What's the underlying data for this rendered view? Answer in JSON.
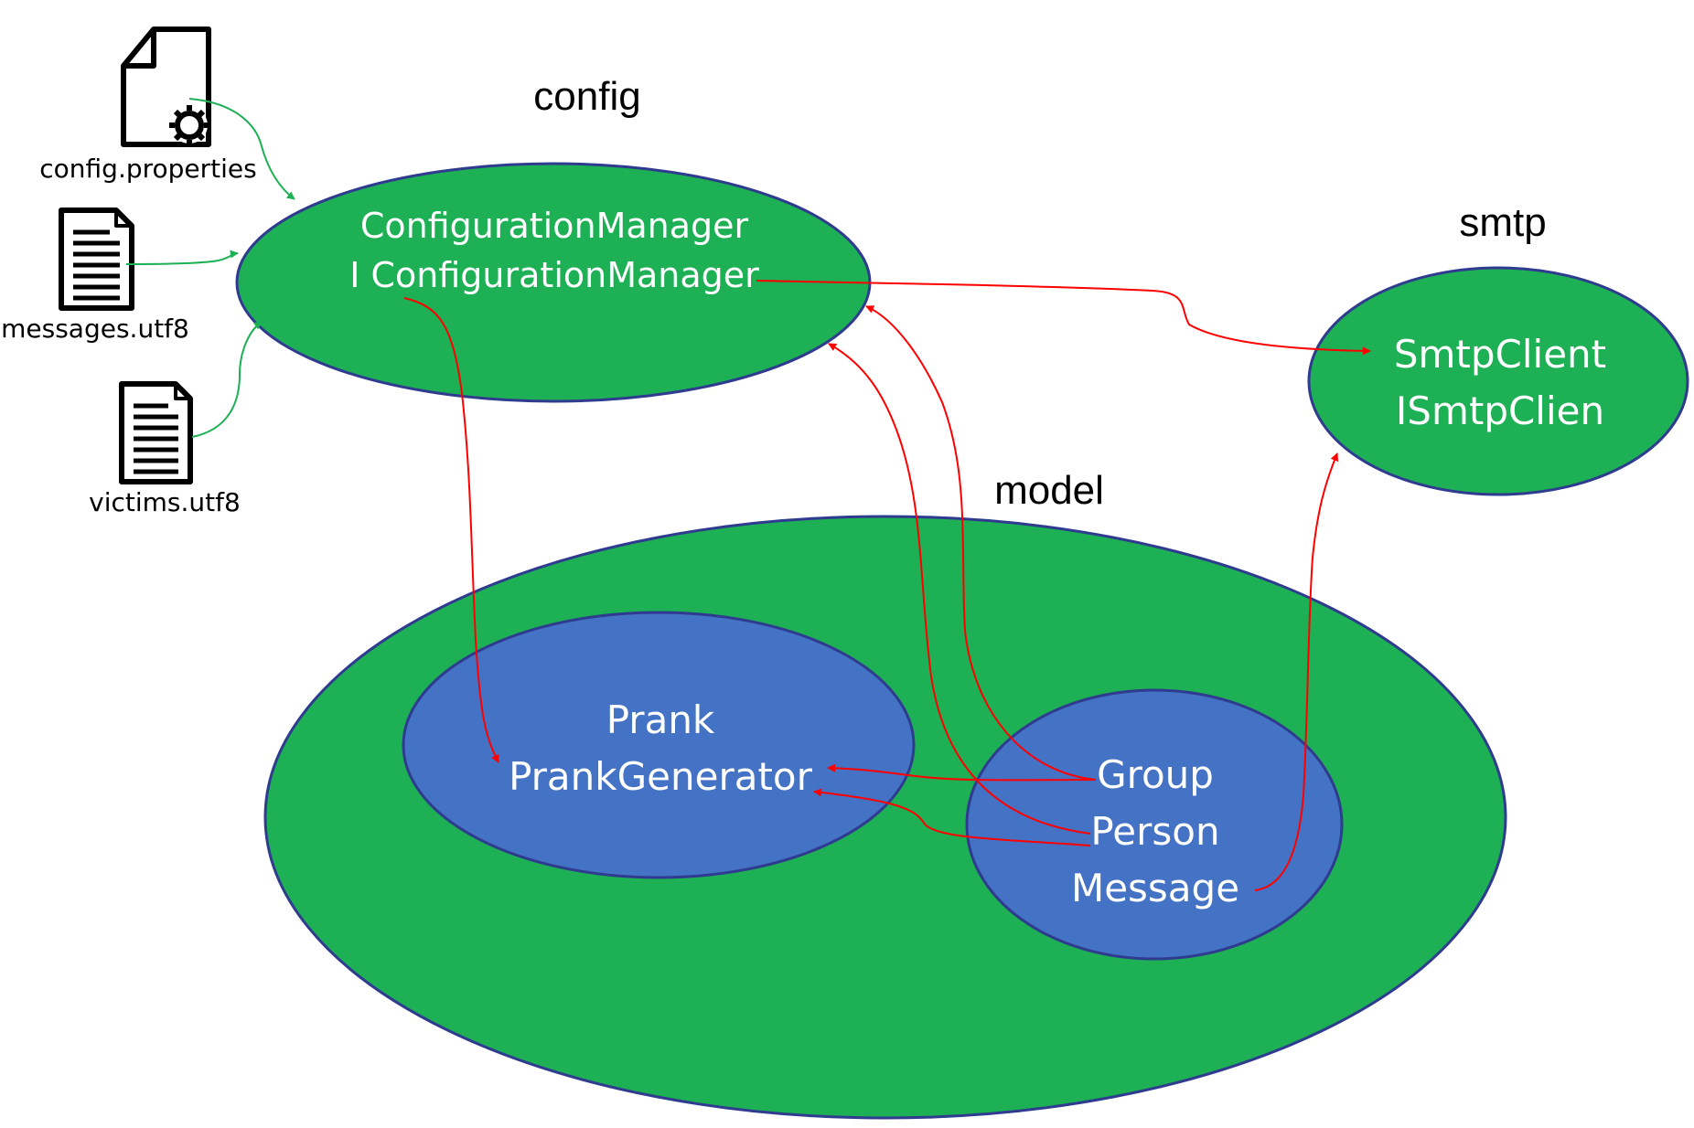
{
  "packages": {
    "config": {
      "title": "config",
      "classes": [
        "ConfigurationManager",
        "I ConfigurationManager"
      ]
    },
    "smtp": {
      "title": "smtp",
      "classes": [
        "SmtpClient",
        "ISmtpClien"
      ]
    },
    "model": {
      "title": "model"
    },
    "prank": {
      "classes": [
        "Prank",
        "PrankGenerator"
      ]
    },
    "entities": {
      "classes": [
        "Group",
        "Person",
        "Message"
      ]
    }
  },
  "files": [
    {
      "label": "config.properties",
      "icon": "settings-file-icon"
    },
    {
      "label": "messages.utf8",
      "icon": "text-file-icon"
    },
    {
      "label": "victims.utf8",
      "icon": "text-file-icon"
    }
  ],
  "colors": {
    "package_fill": "#1DB055",
    "subpackage_fill": "#4472C4",
    "outline": "#2F3B8F",
    "dependency_arrow": "#FF0000",
    "input_arrow": "#1DB055"
  }
}
